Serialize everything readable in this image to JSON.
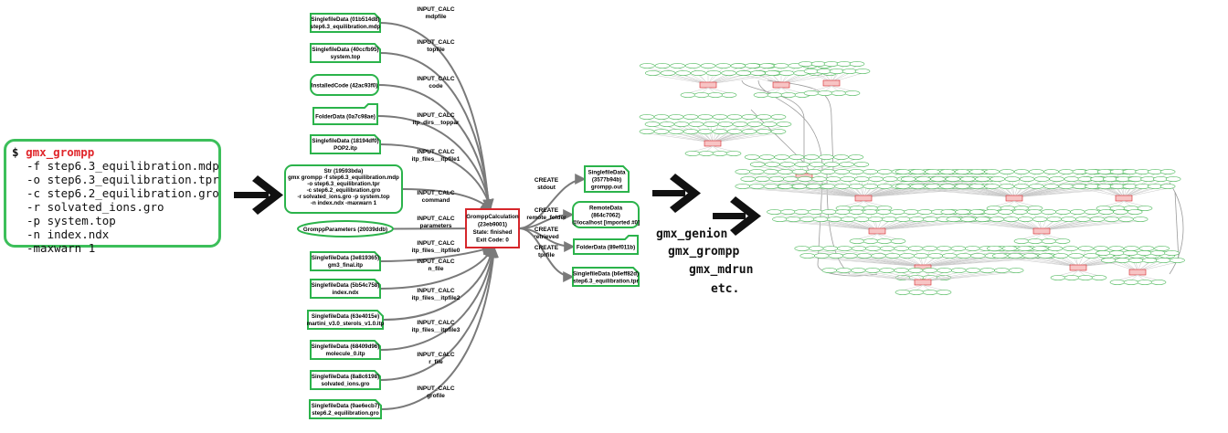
{
  "command_box": {
    "prompt": "$",
    "program": "gmx_grompp",
    "args": [
      "-f step6.3_equilibration.mdp",
      "-o step6.3_equilibration.tpr",
      "-c step6.2_equilibration.gro",
      "-r solvated_ions.gro",
      "-p system.top",
      "-n index.ndx",
      "-maxwarn 1"
    ]
  },
  "inputs": [
    {
      "title": "SinglefileData (01b514d8)",
      "subtitle": "step6.3_equilibration.mdp",
      "link": [
        "INPUT_CALC",
        "mdpfile"
      ],
      "shape": "file"
    },
    {
      "title": "SinglefileData (40ccfb95)",
      "subtitle": "system.top",
      "link": [
        "INPUT_CALC",
        "topfile"
      ],
      "shape": "file"
    },
    {
      "title": "InstalledCode (42ac93f0)",
      "subtitle": "",
      "link": [
        "INPUT_CALC",
        "code"
      ],
      "shape": "rounded"
    },
    {
      "title": "FolderData (0a7c98ae)",
      "subtitle": "",
      "link": [
        "INPUT_CALC",
        "itp_dirs__toppar"
      ],
      "shape": "folder"
    },
    {
      "title": "SinglefileData (18194df0)",
      "subtitle": "POP2.itp",
      "link": [
        "INPUT_CALC",
        "itp_files__itpfile1"
      ],
      "shape": "file"
    },
    {
      "title": "Str (19593bda)",
      "subtitle": "gmx grompp -f step6.3_equilibration.mdp",
      "extra": [
        "-o step6.3_equilibration.tpr",
        "-c step6.2_equilibration.gro",
        "-r solvated_ions.gro -p system.top",
        "-n index.ndx -maxwarn 1"
      ],
      "link": [
        "INPUT_CALC",
        "command"
      ],
      "shape": "rounded"
    },
    {
      "title": "GromppParameters (20039ddb)",
      "subtitle": "",
      "link": [
        "INPUT_CALC",
        "parameters"
      ],
      "shape": "ellipse"
    },
    {
      "title": "SinglefileData (3e819365)",
      "subtitle": "gm3_final.itp",
      "link": [
        "INPUT_CALC",
        "itp_files__itpfile0"
      ],
      "shape": "file"
    },
    {
      "title": "SinglefileData (5b54c758)",
      "subtitle": "index.ndx",
      "link": [
        "INPUT_CALC",
        "n_file"
      ],
      "shape": "file"
    },
    {
      "title": "SinglefileData (63e4015e)",
      "subtitle": "martini_v3.0_sterols_v1.0.itp",
      "link": [
        "INPUT_CALC",
        "itp_files__itpfile2"
      ],
      "shape": "file"
    },
    {
      "title": "SinglefileData (68409d96)",
      "subtitle": "molecule_0.itp",
      "link": [
        "INPUT_CALC",
        "itp_files__itpfile3"
      ],
      "shape": "file"
    },
    {
      "title": "SinglefileData (8a8c6198)",
      "subtitle": "solvated_ions.gro",
      "link": [
        "INPUT_CALC",
        "r_file"
      ],
      "shape": "file"
    },
    {
      "title": "SinglefileData (9ae6ecb7)",
      "subtitle": "step6.2_equilibration.gro",
      "link": [
        "INPUT_CALC",
        "grofile"
      ],
      "shape": "file"
    }
  ],
  "calculation": {
    "lines": [
      "GromppCalculation",
      "(23eb9001)",
      "State: finished",
      "Exit Code: 0"
    ]
  },
  "outputs": [
    {
      "lines": [
        "SinglefileData",
        "(3577b94b)",
        "grompp.out"
      ],
      "link": [
        "CREATE",
        "stdout"
      ],
      "shape": "file"
    },
    {
      "lines": [
        "RemoteData",
        "(864c7062)",
        "@localhost [imported #0]"
      ],
      "link": [
        "CREATE",
        "remote_folder"
      ],
      "shape": "rounded"
    },
    {
      "lines": [
        "FolderData (89ef011b)"
      ],
      "link": [
        "CREATE",
        "retrieved"
      ],
      "shape": "folder"
    },
    {
      "lines": [
        "SinglefileData (b6eff82d)",
        "step6.3_equilibration.tpr"
      ],
      "link": [
        "CREATE",
        "tprfile"
      ],
      "shape": "file"
    }
  ],
  "commands_list": [
    "gmx_genion",
    "gmx_grompp",
    "gmx_mdrun",
    "etc."
  ],
  "colors": {
    "node_border": "#2bb34b",
    "calc_border": "#d6262b",
    "edge": "#7a7a7a",
    "program": "#e0252a",
    "mini_red": "#f7c4c4",
    "mini_green": "#bfe8c3"
  }
}
